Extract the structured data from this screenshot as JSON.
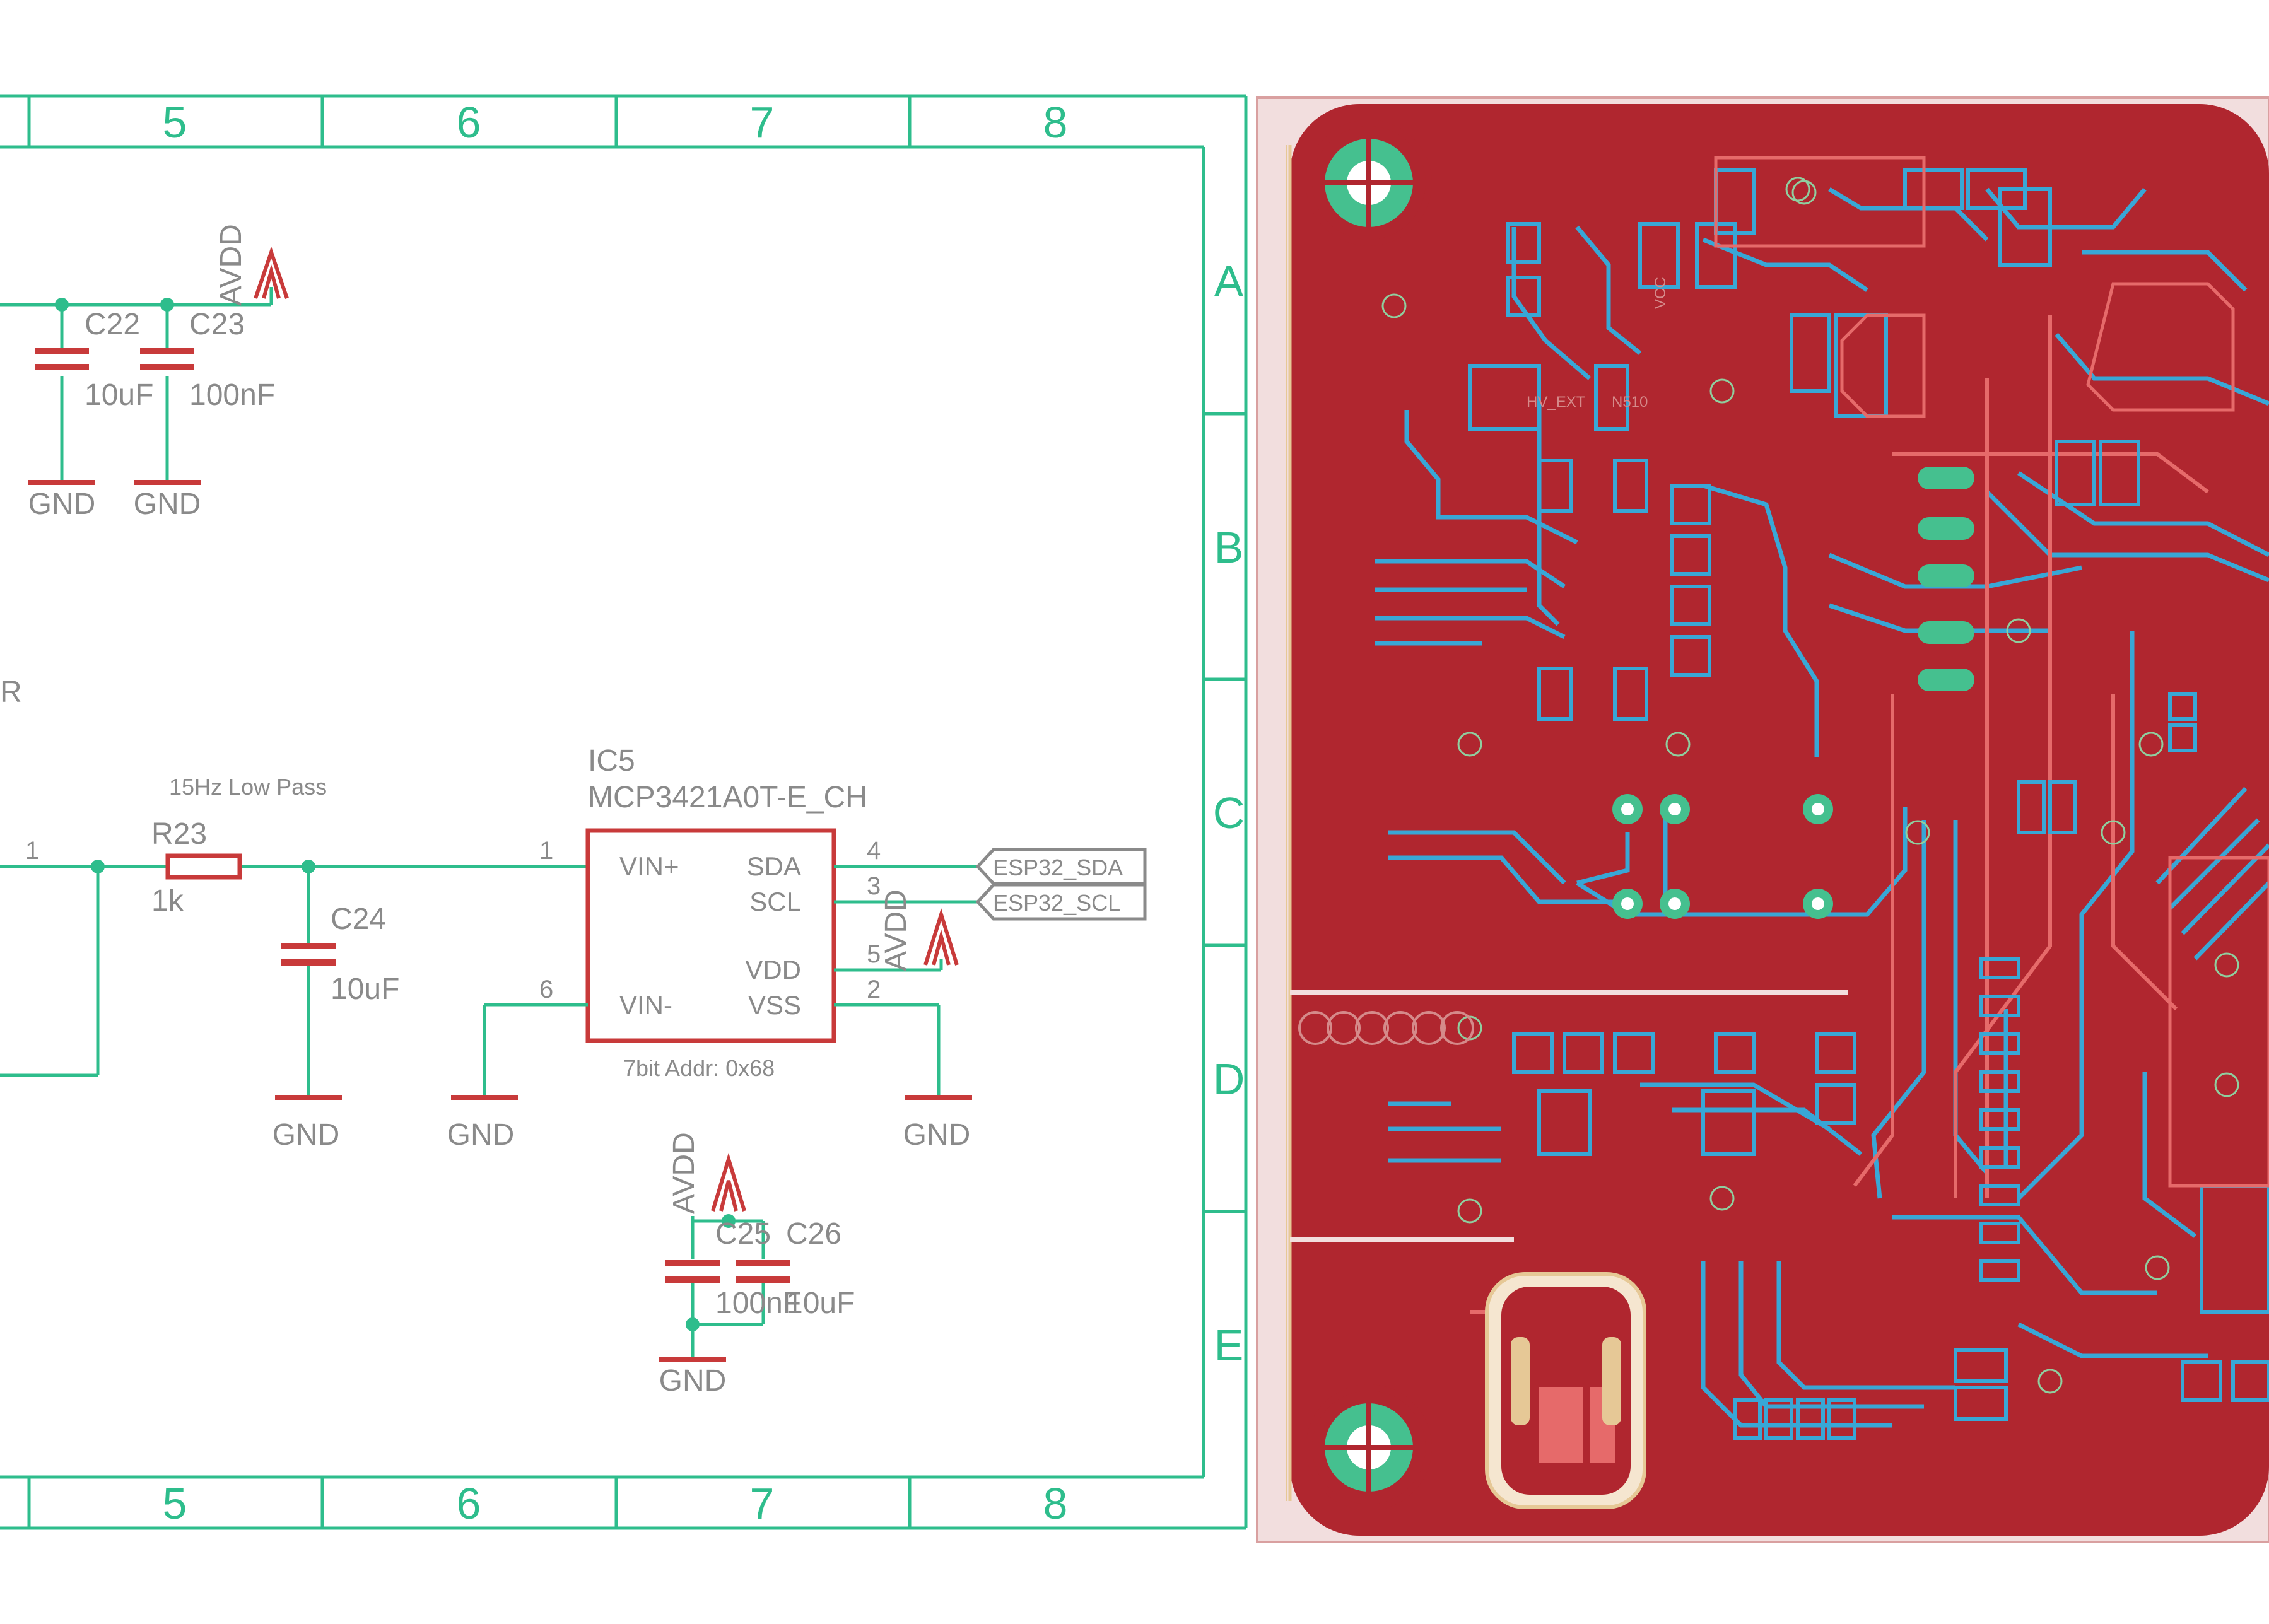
{
  "frame": {
    "columns_top": [
      "5",
      "6",
      "7",
      "8"
    ],
    "columns_bottom": [
      "5",
      "6",
      "7",
      "8"
    ],
    "rows": [
      "A",
      "B",
      "C",
      "D",
      "E"
    ]
  },
  "schematic": {
    "supply_top": {
      "net": "AVDD",
      "caps": [
        {
          "ref": "C22",
          "value": "10uF"
        },
        {
          "ref": "C23",
          "value": "100nF"
        }
      ],
      "gnd": [
        "GND",
        "GND"
      ]
    },
    "partial_label": "R",
    "filter": {
      "title": "15Hz Low Pass",
      "pin": "1",
      "ref": "R23",
      "value": "1k",
      "cap_ref": "C24",
      "cap_value": "10uF",
      "gnd": "GND"
    },
    "ic": {
      "ref": "IC5",
      "part": "MCP3421A0T-E_CH",
      "pins_left": [
        {
          "num": "1",
          "name": "VIN+"
        },
        {
          "num": "6",
          "name": "VIN-"
        }
      ],
      "pins_right": [
        {
          "num": "4",
          "name": "SDA"
        },
        {
          "num": "3",
          "name": "SCL"
        },
        {
          "num": "5",
          "name": "VDD"
        },
        {
          "num": "2",
          "name": "VSS"
        }
      ],
      "note": "7bit Addr: 0x68",
      "vdd_net": "AVDD",
      "gnd_left": "GND",
      "gnd_right": "GND"
    },
    "nets": [
      "ESP32_SDA",
      "ESP32_SCL"
    ],
    "decoupling": {
      "net": "AVDD",
      "caps": [
        {
          "ref": "C25",
          "value": "100nF"
        },
        {
          "ref": "C26",
          "value": "10uF"
        }
      ],
      "gnd": "GND"
    }
  },
  "board": {
    "silk_labels": [
      "HV_EXT",
      "N510",
      "VCC"
    ],
    "colors": {
      "copper_top": "#b0262f",
      "copper_bottom": "#38a7d6",
      "frame": "#2ebd8c",
      "symbol": "#c83a3a",
      "text": "#8a8a8a",
      "pad": "#45c08f",
      "outline": "#e6c896"
    }
  }
}
